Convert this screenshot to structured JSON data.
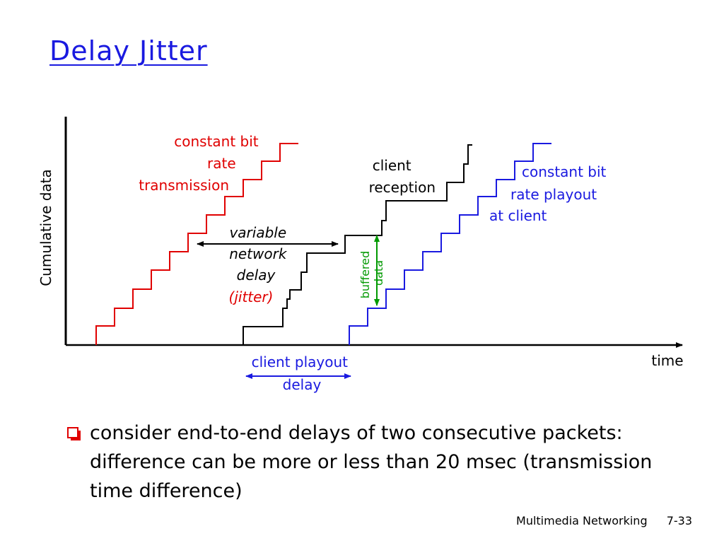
{
  "title": "Delay Jitter",
  "diagram": {
    "y_axis_label": "Cumulative data",
    "x_axis_label": "time",
    "labels": {
      "cbr_transmission": [
        "constant bit",
        "rate",
        "transmission"
      ],
      "client_reception": [
        "client",
        "reception"
      ],
      "cbr_playout": [
        "constant bit",
        "rate playout",
        "at client"
      ],
      "variable_delay": [
        "variable",
        "network",
        "delay"
      ],
      "jitter": "(jitter)",
      "buffered_data": [
        "buffered",
        "data"
      ],
      "client_playout_delay": [
        "client playout",
        "delay"
      ]
    },
    "colors": {
      "transmission": "#e00000",
      "reception": "#000000",
      "playout": "#1a1ae0",
      "buffered": "#009900"
    }
  },
  "bullet": {
    "text": "consider end-to-end delays of two consecutive packets: difference can be more or less than 20 msec (transmission time difference)"
  },
  "footer": {
    "course": "Multimedia Networking",
    "page": "7-33"
  }
}
